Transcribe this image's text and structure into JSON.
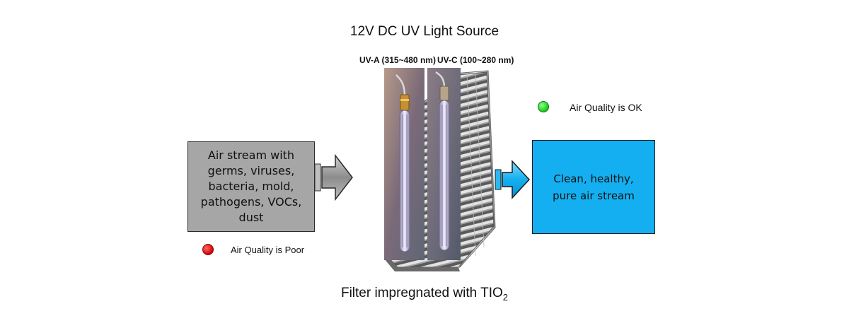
{
  "title": "12V DC UV Light Source",
  "uv_lamps": [
    {
      "label": "UV-A (315~480 nm)"
    },
    {
      "label": "UV-C (100~280 nm)"
    }
  ],
  "input": {
    "lines": [
      "Air stream with",
      "germs, viruses,",
      "bacteria, mold,",
      "pathogens, VOCs,",
      "dust"
    ],
    "status_label": "Air Quality is Poor"
  },
  "output": {
    "lines": [
      "Clean, healthy,",
      "pure air stream"
    ],
    "status_label": "Air Quality is OK"
  },
  "filter": {
    "caption_main": "Filter impregnated with TIO",
    "caption_sub": "2"
  },
  "colors": {
    "input_box": "#a6a6a6",
    "output_box": "#14aff0",
    "poor_indicator": "#e00000",
    "ok_indicator": "#22cc22",
    "arrow_gray": "#9e9e9e"
  },
  "icons": [
    "right-arrow-icon",
    "filter-icon",
    "uv-lamp-icon"
  ]
}
